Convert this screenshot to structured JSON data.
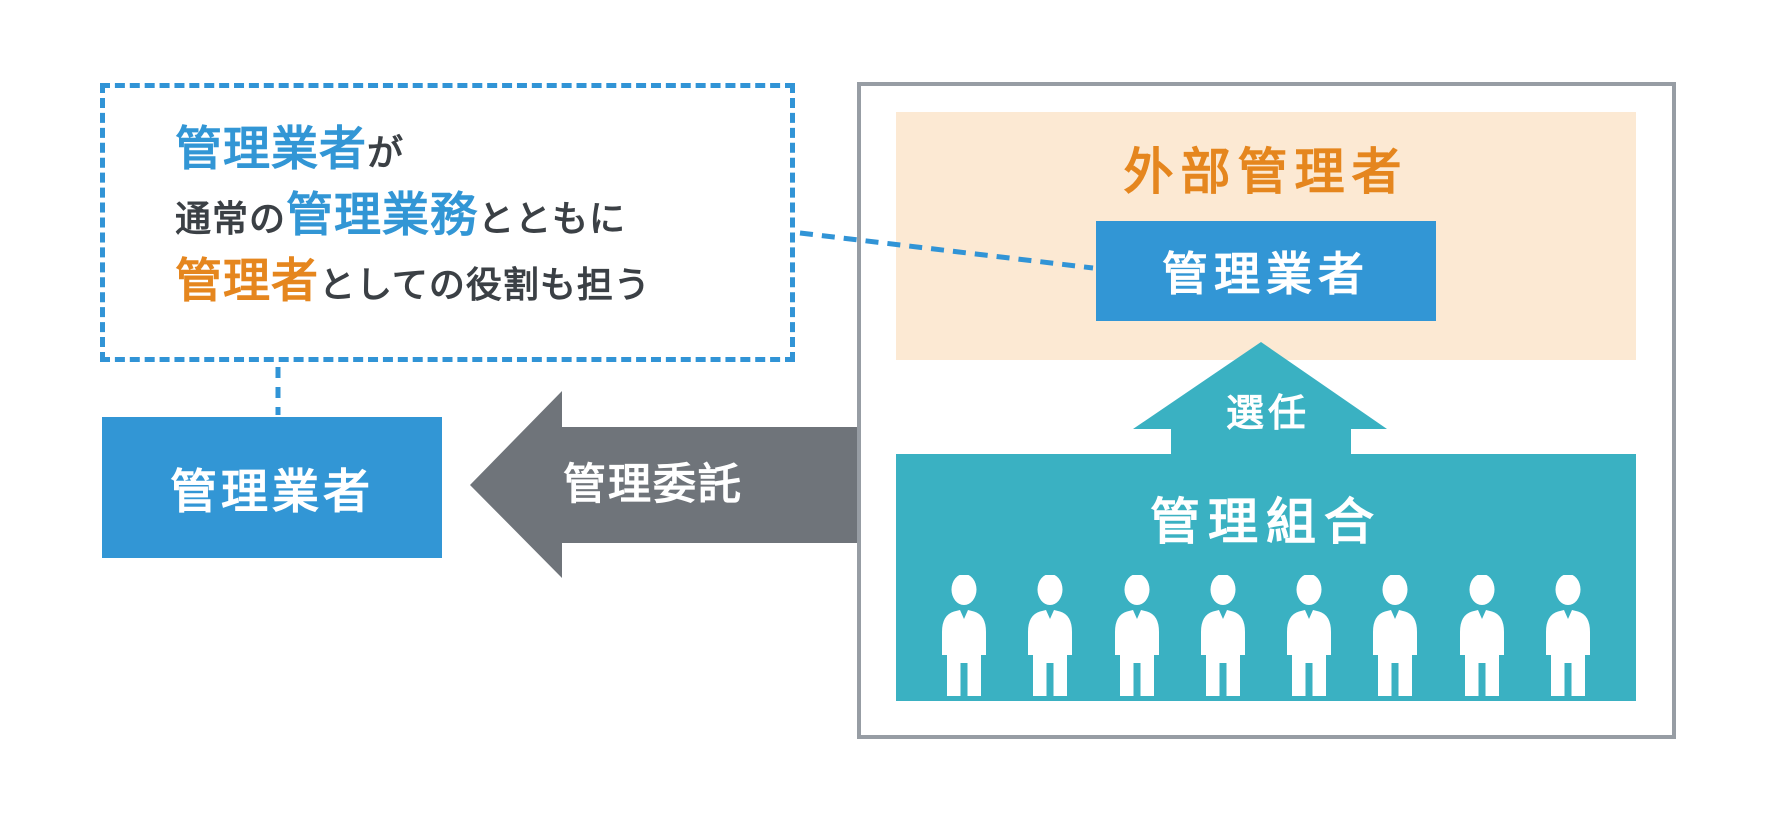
{
  "canvas": {
    "background": "#ffffff"
  },
  "palette": {
    "blue": "#3296d5",
    "orange": "#e5861e",
    "teal": "#3ab1c2",
    "peach": "#fce9d3",
    "gray_arrow": "#6f747a",
    "panel_border": "#979da4",
    "dark_text": "#3b4045",
    "dashed_line_blue": "#3194d6"
  },
  "annotation_box": {
    "lines": [
      {
        "segments": [
          {
            "text": "管理業者",
            "style": "blue"
          },
          {
            "text": "が",
            "style": "plain"
          }
        ]
      },
      {
        "segments": [
          {
            "text": "通常の",
            "style": "plain"
          },
          {
            "text": "管理業務",
            "style": "blue"
          },
          {
            "text": "とともに",
            "style": "plain"
          }
        ]
      },
      {
        "segments": [
          {
            "text": "管理者",
            "style": "orange"
          },
          {
            "text": "としての役割も担う",
            "style": "plain"
          }
        ]
      }
    ]
  },
  "left_manager_box": {
    "label": "管理業者"
  },
  "delegation_arrow": {
    "label": "管理委託",
    "direction": "left"
  },
  "external_panel": {
    "title": "外部管理者",
    "manager_box": {
      "label": "管理業者"
    },
    "appointment_arrow": {
      "label": "選任",
      "direction": "up"
    },
    "association_box": {
      "label": "管理組合",
      "member_count": 8
    }
  }
}
